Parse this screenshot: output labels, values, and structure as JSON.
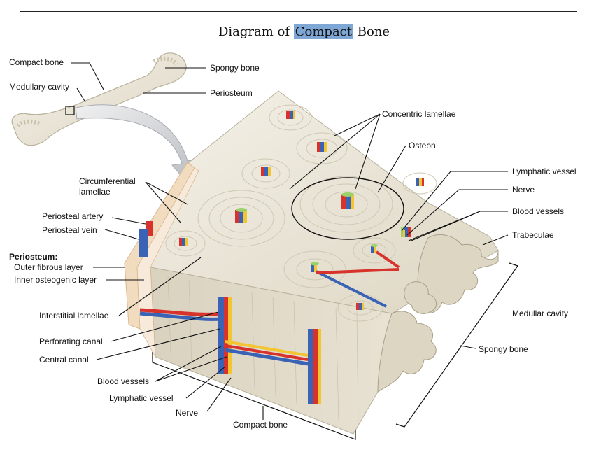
{
  "title": {
    "prefix": "Diagram of",
    "highlight": "Compact",
    "suffix": "Bone"
  },
  "labels": {
    "compact_bone_top": "Compact bone",
    "medullary_cavity": "Medullary cavity",
    "spongy_bone_top": "Spongy bone",
    "periosteum": "Periosteum",
    "concentric_lamellae": "Concentric lamellae",
    "osteon": "Osteon",
    "circumferential_1": "Circumferential",
    "circumferential_2": "lamellae",
    "periosteal_artery": "Periosteal artery",
    "periosteal_vein": "Periosteal vein",
    "periosteum_heading": "Periosteum:",
    "outer_fibrous": "Outer fibrous layer",
    "inner_osteogenic": "Inner osteogenic layer",
    "interstitial": "Interstitial lamellae",
    "perforating": "Perforating canal",
    "central": "Central canal",
    "blood_vessels_left": "Blood vessels",
    "lymphatic_left": "Lymphatic vessel",
    "nerve_bottom": "Nerve",
    "compact_bone_bottom": "Compact bone",
    "lymphatic_right": "Lymphatic vessel",
    "nerve_right": "Nerve",
    "blood_vessels_right": "Blood vessels",
    "trabeculae": "Trabeculae",
    "medullar_cavity": "Medullar cavity",
    "spongy_bone_right": "Spongy bone"
  },
  "colors": {
    "artery": "#d8322c",
    "vein": "#3a63b5",
    "nerve": "#f2c531",
    "lymph": "#9bd06a",
    "bone": "#ece7da",
    "bone_edge": "#b8b09a",
    "periosteum": "#f2dcc0",
    "highlight": "#7fa7d6"
  }
}
